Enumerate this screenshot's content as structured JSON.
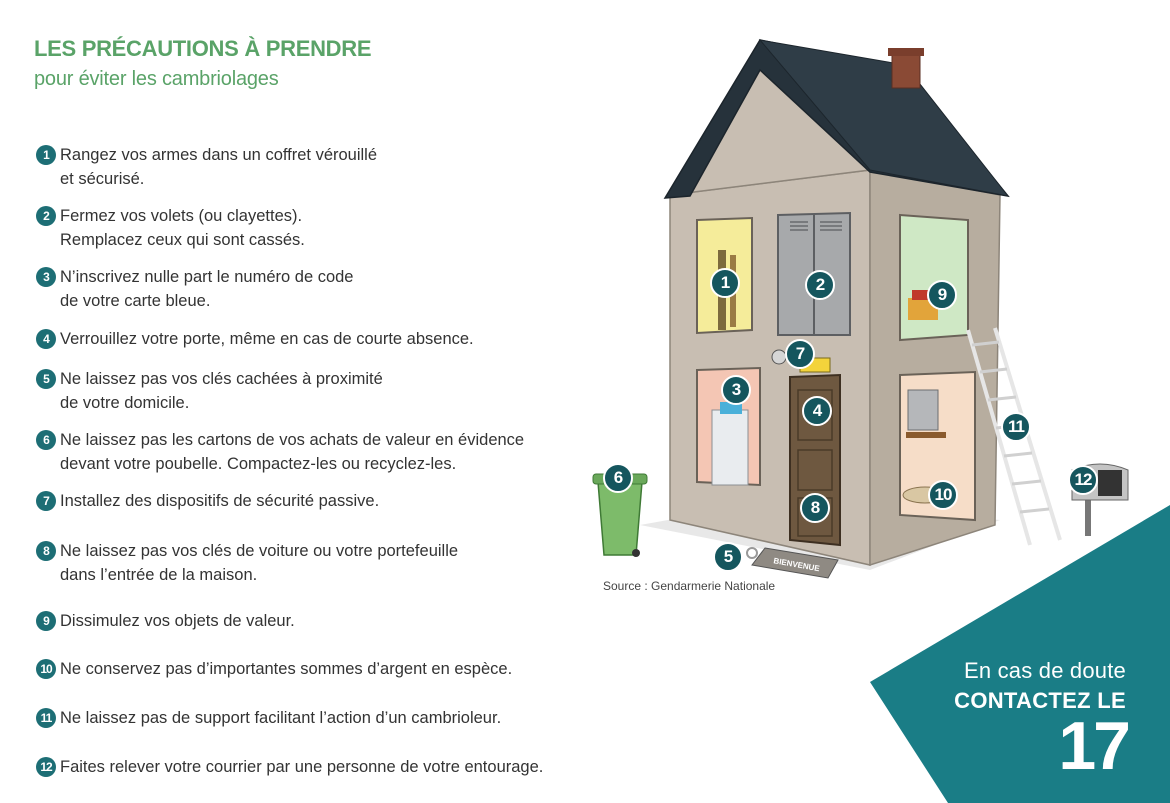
{
  "header": {
    "title": "LES PRÉCAUTIONS À PRENDRE",
    "subtitle": "pour éviter les cambriolages"
  },
  "tips": [
    {
      "number": "1",
      "text": "Rangez vos armes dans un coffret vérouillé\net sécurisé."
    },
    {
      "number": "2",
      "text": "Fermez vos volets (ou clayettes).\nRemplacez ceux qui sont cassés."
    },
    {
      "number": "3",
      "text": "N’inscrivez nulle part le numéro de code\nde votre carte bleue."
    },
    {
      "number": "4",
      "text": "Verrouillez votre porte,  même en cas de courte absence."
    },
    {
      "number": "5",
      "text": "Ne laissez pas vos clés cachées à proximité\nde votre domicile."
    },
    {
      "number": "6",
      "text": "Ne laissez pas les cartons de vos achats de valeur en évidence\ndevant votre poubelle. Compactez-les ou recyclez-les."
    },
    {
      "number": "7",
      "text": "Installez des dispositifs de sécurité passive."
    },
    {
      "number": "8",
      "text": "Ne laissez pas vos clés de voiture ou votre portefeuille\ndans l’entrée de la maison."
    },
    {
      "number": "9",
      "text": "Dissimulez vos objets de valeur."
    },
    {
      "number": "10",
      "text": "Ne conservez pas d’importantes sommes d’argent en espèce."
    },
    {
      "number": "11",
      "text": "Ne laissez pas de support facilitant l’action d’un cambrioleur."
    },
    {
      "number": "12",
      "text": "Faites relever votre courrier par une personne de votre entourage."
    }
  ],
  "illustration": {
    "badges": [
      "1",
      "2",
      "3",
      "4",
      "5",
      "6",
      "7",
      "8",
      "9",
      "10",
      "11",
      "12"
    ],
    "doormat_text": "BIENVENUE",
    "source": "Source : Gendarmerie Nationale"
  },
  "callout": {
    "line1": "En cas de doute",
    "line2": "CONTACTEZ LE",
    "number": "17"
  },
  "colors": {
    "title_green": "#5aa368",
    "teal": "#1a7d86",
    "badge_dark": "#15565e"
  }
}
